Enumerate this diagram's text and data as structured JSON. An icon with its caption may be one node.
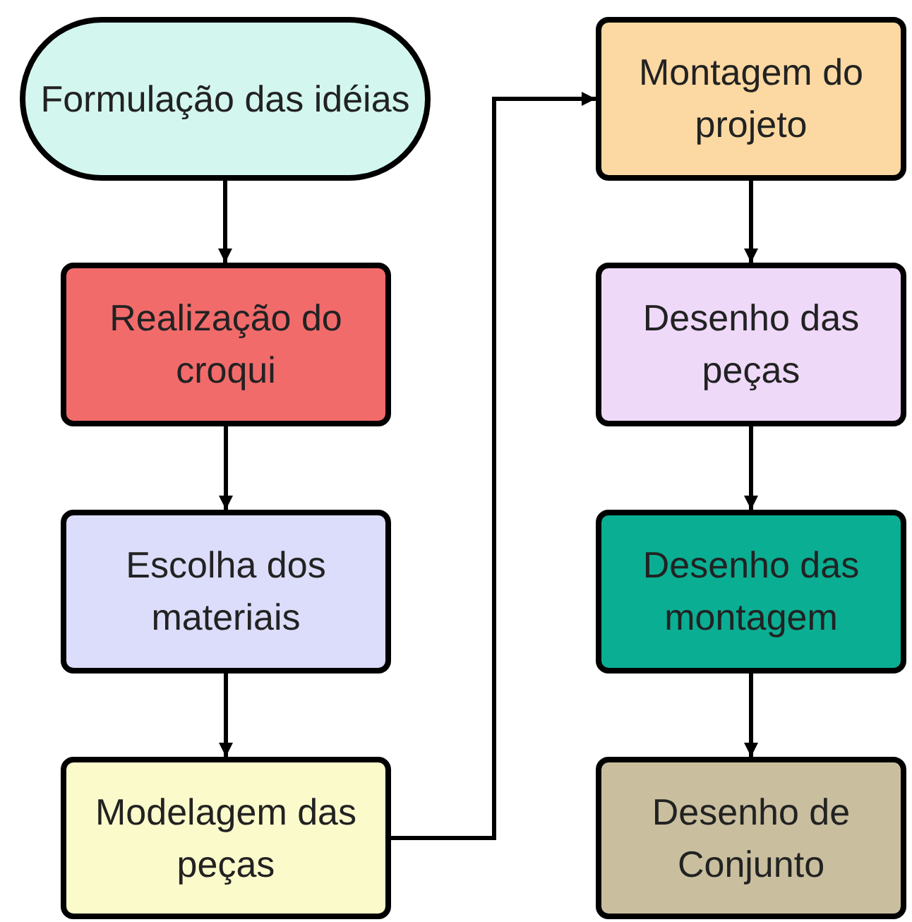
{
  "diagram": {
    "nodes": [
      {
        "text": [
          "Formulação das idéias"
        ]
      },
      {
        "text": [
          "Realização do croqui"
        ]
      },
      {
        "text": [
          "Escolha dos materiais"
        ]
      },
      {
        "text": [
          "Modelagem das peças"
        ]
      },
      {
        "text": [
          "Montagem do projeto"
        ]
      },
      {
        "text": [
          "Desenho das peças"
        ]
      },
      {
        "text": [
          "Desenho das montagem"
        ]
      },
      {
        "text": [
          "Desenho de Conjunto"
        ]
      }
    ],
    "edges": [
      {
        "from": 0,
        "to": 1,
        "arrow": "to"
      },
      {
        "from": 1,
        "to": 2,
        "arrow": "to"
      },
      {
        "from": 2,
        "to": 3,
        "arrow": "to"
      },
      {
        "from": 3,
        "to": 4,
        "arrow": "to"
      },
      {
        "from": 4,
        "to": 5,
        "arrow": "to"
      },
      {
        "from": 5,
        "to": 6,
        "arrow": "to"
      },
      {
        "from": 6,
        "to": 7,
        "arrow": "to"
      }
    ]
  }
}
